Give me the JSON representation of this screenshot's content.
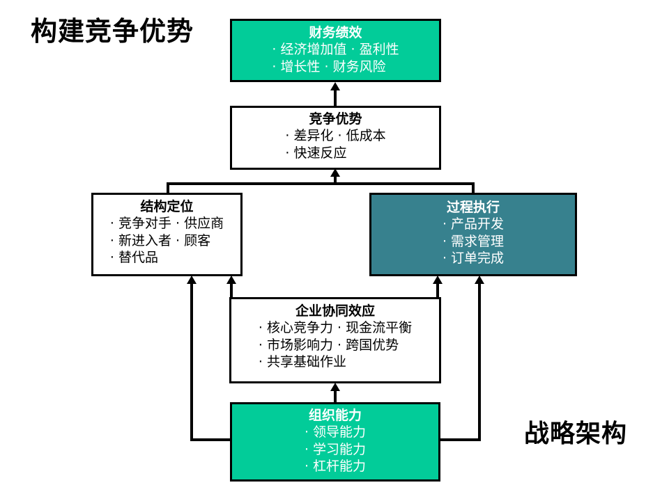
{
  "captions": {
    "main_title": "构建竞争优势",
    "corner_title": "战略架构"
  },
  "colors": {
    "green": "#02CC99",
    "teal": "#37818E",
    "white": "#FFFFFF",
    "outline": "#000000"
  },
  "nodes": [
    {
      "id": "financial-performance",
      "title": "财务绩效",
      "lines": [
        "·  经济增加值  ·  盈利性",
        "·  增长性        ·  财务风险"
      ],
      "fill": "green"
    },
    {
      "id": "competitive-advantage",
      "title": "竞争优势",
      "lines": [
        "·  差异化  ·  低成本",
        "·  快速反应"
      ],
      "fill": "white"
    },
    {
      "id": "structural-positioning",
      "title": "结构定位",
      "lines": [
        "·  竞争对手  ·  供应商",
        "·  新进入者  ·  顾客",
        "·  替代品"
      ],
      "fill": "white"
    },
    {
      "id": "process-execution",
      "title": "过程执行",
      "lines": [
        "·  产品开发",
        "·  需求管理",
        "·  订单完成"
      ],
      "fill": "teal"
    },
    {
      "id": "corporate-synergy",
      "title": "企业协同效应",
      "lines": [
        "·  核心竞争力  ·  现金流平衡",
        "·  市场影响力  ·  跨国优势",
        "·  共享基础作业"
      ],
      "fill": "white"
    },
    {
      "id": "organizational-capability",
      "title": "组织能力",
      "lines": [
        "·  领导能力",
        "·  学习能力",
        "·  杠杆能力"
      ],
      "fill": "green"
    }
  ],
  "flows": [
    {
      "from": "competitive-advantage",
      "to": "financial-performance"
    },
    {
      "from": "structural-positioning",
      "to": "competitive-advantage"
    },
    {
      "from": "process-execution",
      "to": "competitive-advantage"
    },
    {
      "from": "corporate-synergy",
      "to": "structural-positioning"
    },
    {
      "from": "corporate-synergy",
      "to": "process-execution"
    },
    {
      "from": "organizational-capability",
      "to": "corporate-synergy"
    },
    {
      "from": "organizational-capability",
      "to": "structural-positioning"
    },
    {
      "from": "organizational-capability",
      "to": "process-execution"
    }
  ]
}
